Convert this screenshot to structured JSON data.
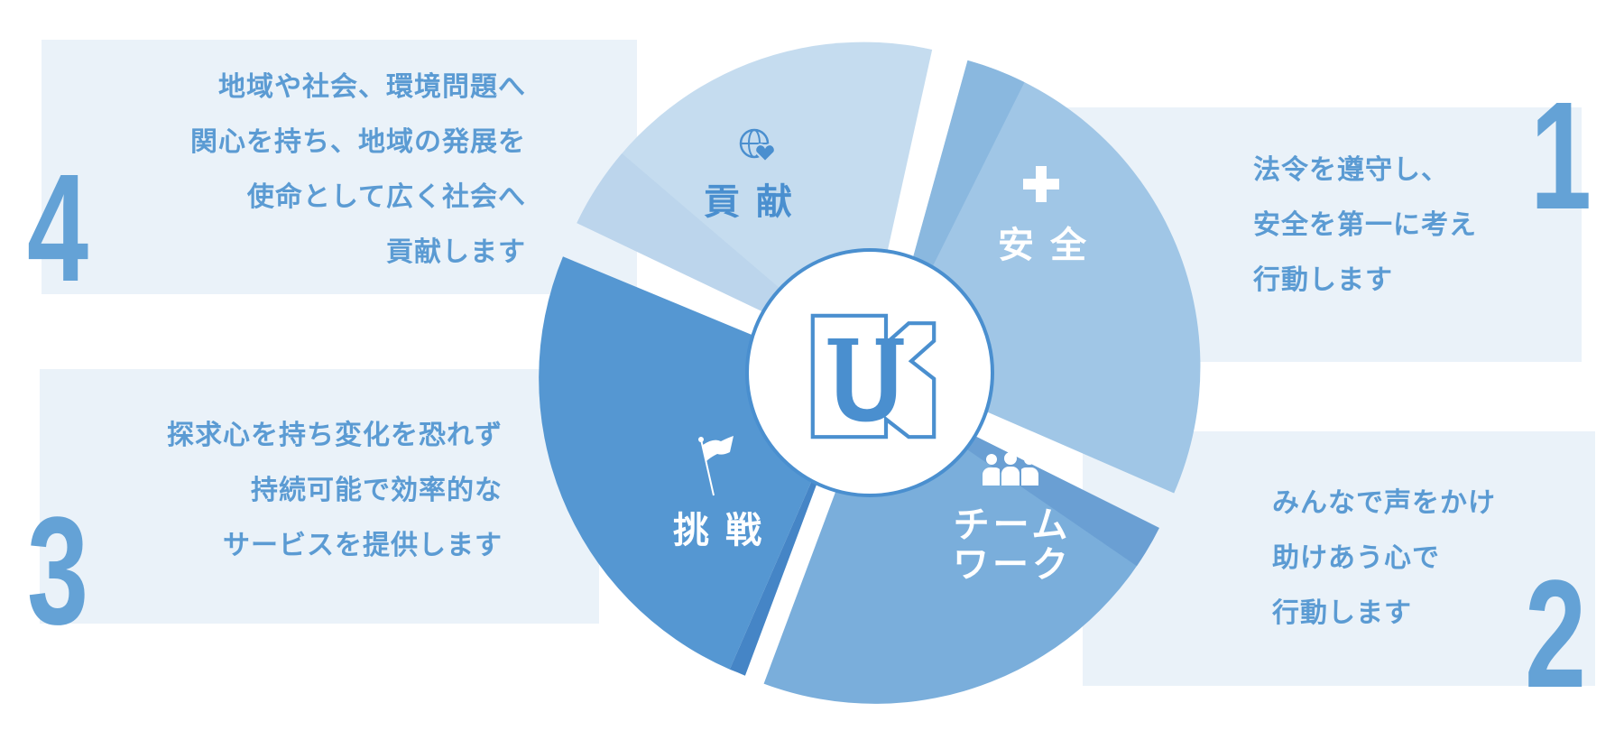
{
  "colors": {
    "panel": "#eaf2f9",
    "text": "#5b9bd3",
    "number": "#64a2d6",
    "contribution": "#c5dcef",
    "safety": "#a0c6e6",
    "teamwork": "#7aaedb",
    "challenge": "#5597d2",
    "ring": "#4a8fcf"
  },
  "values": [
    {
      "number": "1",
      "label": "安全",
      "icon": "plus-icon",
      "lines": [
        "法令を遵守し、",
        "安全を第一に考え",
        "行動します"
      ]
    },
    {
      "number": "2",
      "label_lines": [
        "チーム",
        "ワーク"
      ],
      "icon": "people-icon",
      "lines": [
        "みんなで声をかけ",
        "助けあう心で",
        "行動します"
      ]
    },
    {
      "number": "3",
      "label": "挑戦",
      "icon": "flag-icon",
      "lines": [
        "探求心を持ち変化を恐れず",
        "持続可能で効率的な",
        "サービスを提供します"
      ]
    },
    {
      "number": "4",
      "label": "貢献",
      "icon": "globe-heart-icon",
      "lines": [
        "地域や社会、環境問題へ",
        "関心を持ち、地域の発展を",
        "使命として広く社会へ",
        "貢献します"
      ]
    }
  ],
  "logo": {
    "text": "UK"
  }
}
